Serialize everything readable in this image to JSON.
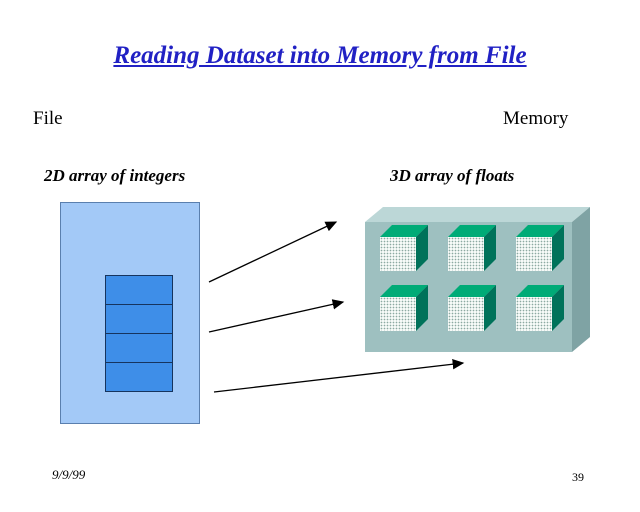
{
  "slide": {
    "title": "Reading Dataset into Memory from File",
    "labels": {
      "file": "File",
      "memory": "Memory",
      "left_caption": "2D array of integers",
      "right_caption": "3D array of floats"
    },
    "footer": {
      "date": "9/9/99",
      "page_number": "39"
    }
  },
  "diagram": {
    "file_array": {
      "rows": 4
    },
    "memory_array": {
      "rows": 2,
      "cols": 3
    },
    "arrow_count": 3
  },
  "colors": {
    "title": "#2121c4",
    "file_box_fill": "#a3c9f7",
    "file_box_border": "#5a7fae",
    "cell_fill": "#3e8ee8",
    "cell_border": "#16345e",
    "slab_front": "#9ec0c0",
    "slab_top": "#bcd7d7",
    "slab_right": "#7fa3a4",
    "cube_top": "#00ab77",
    "cube_right": "#00725a",
    "cube_front": "#f6faf8",
    "arrow": "#000000"
  }
}
